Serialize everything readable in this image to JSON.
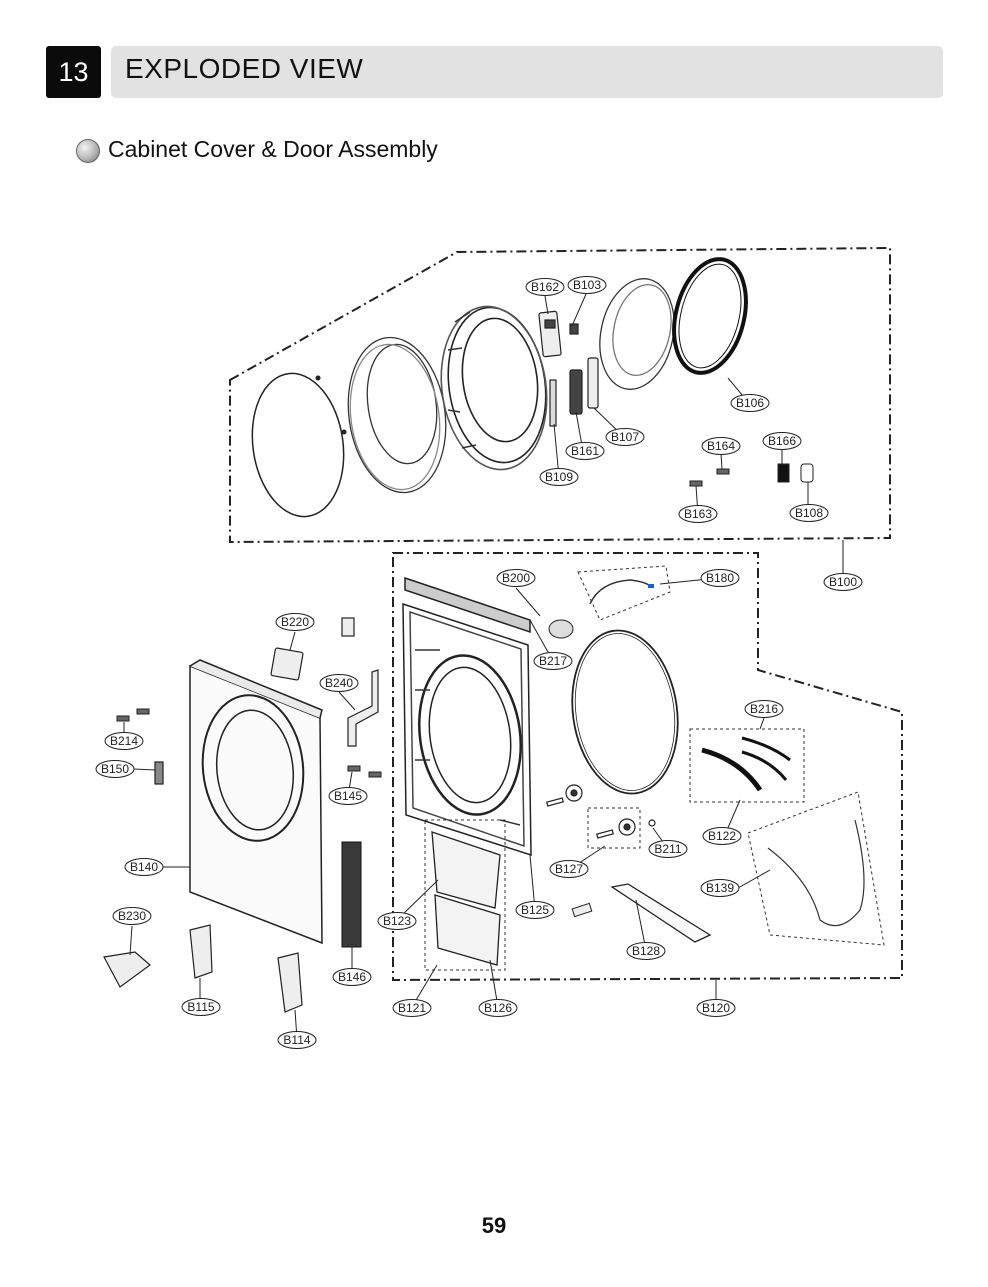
{
  "section_number": "13",
  "section_title": "EXPLODED VIEW",
  "subtitle": "Cabinet Cover & Door Assembly",
  "page_number": "59",
  "part_labels": [
    "B162",
    "B103",
    "B106",
    "B107",
    "B161",
    "B109",
    "B164",
    "B166",
    "B163",
    "B108",
    "B100",
    "B200",
    "B180",
    "B217",
    "B220",
    "B240",
    "B214",
    "B150",
    "B145",
    "B216",
    "B122",
    "B211",
    "B127",
    "B139",
    "B140",
    "B230",
    "B123",
    "B125",
    "B128",
    "B146",
    "B115",
    "B121",
    "B126",
    "B120",
    "B114"
  ]
}
